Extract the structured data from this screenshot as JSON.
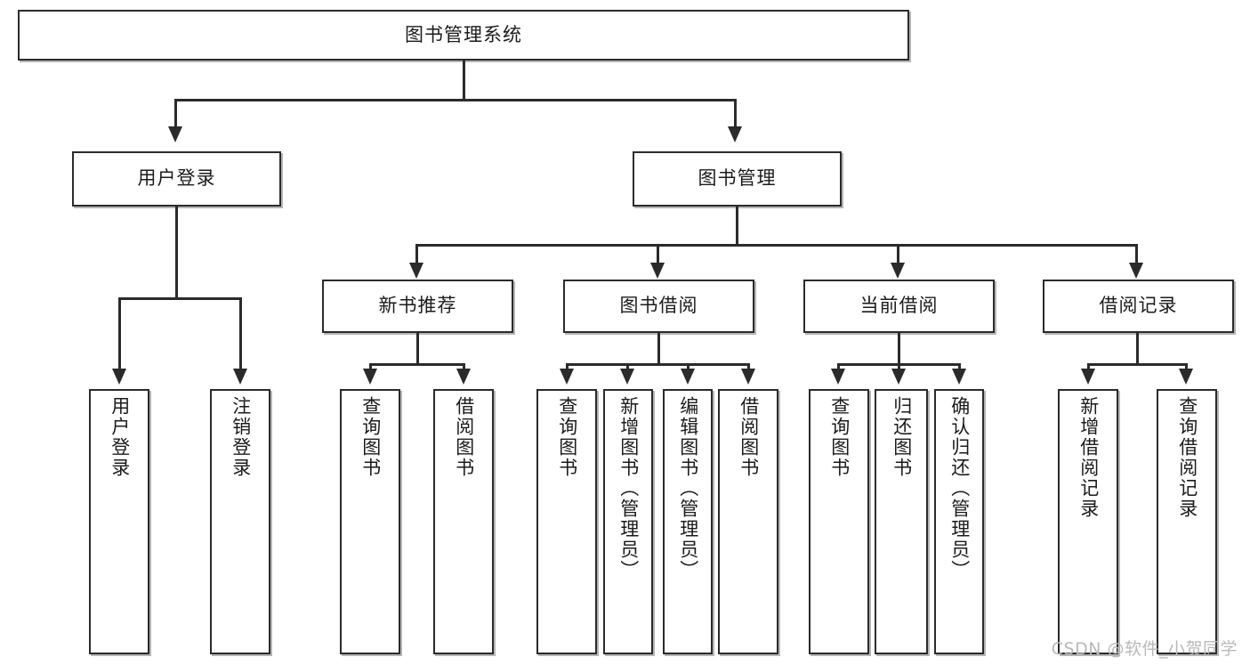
{
  "diagram": {
    "type": "tree-hierarchy-diagram",
    "title": "图书管理系统",
    "root": {
      "label": "图书管理系统"
    },
    "level2": [
      {
        "label": "用户登录"
      },
      {
        "label": "图书管理"
      }
    ],
    "level3": [
      {
        "label": "新书推荐"
      },
      {
        "label": "图书借阅"
      },
      {
        "label": "当前借阅"
      },
      {
        "label": "借阅记录"
      }
    ],
    "leaves": [
      {
        "label": "用户登录"
      },
      {
        "label": "注销登录"
      },
      {
        "label": "查询图书"
      },
      {
        "label": "借阅图书"
      },
      {
        "label": "查询图书"
      },
      {
        "label": "新增图书（管理员）"
      },
      {
        "label": "编辑图书（管理员）"
      },
      {
        "label": "借阅图书"
      },
      {
        "label": "查询图书"
      },
      {
        "label": "归还图书"
      },
      {
        "label": "确认归还（管理员）"
      },
      {
        "label": "新增借阅记录"
      },
      {
        "label": "查询借阅记录"
      }
    ]
  },
  "watermark": {
    "text": "CSDN @软件_小贺同学"
  },
  "colors": {
    "border": "#2b2b2b",
    "text": "#1b1b1b",
    "background": "#ffffff",
    "watermark": "#b9b9b9"
  }
}
